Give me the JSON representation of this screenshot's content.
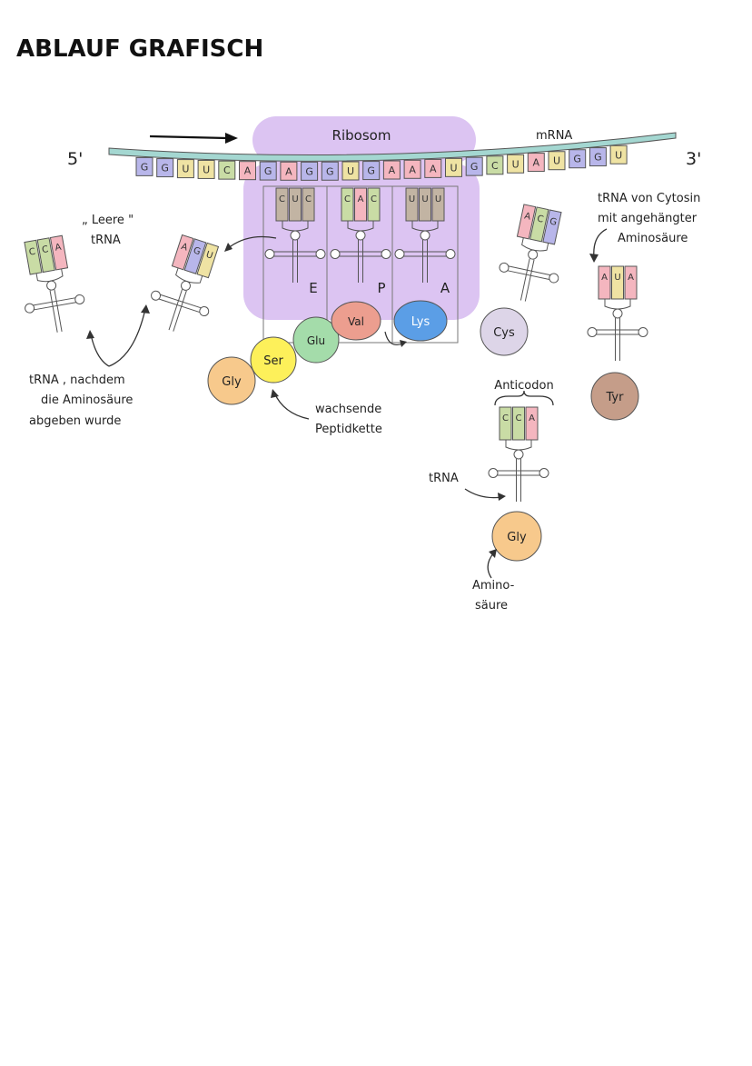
{
  "title": "ABLAUF GRAFISCH",
  "mrna": {
    "label": "mRNA",
    "end5": "5'",
    "end3": "3'",
    "bases": [
      "G",
      "G",
      "U",
      "U",
      "C",
      "A",
      "G",
      "A",
      "G",
      "G",
      "U",
      "G",
      "A",
      "A",
      "A",
      "U",
      "G",
      "C",
      "U",
      "A",
      "U",
      "G",
      "G",
      "U"
    ]
  },
  "ribosome": {
    "label": "Ribosom",
    "sites": [
      "E",
      "P",
      "A"
    ],
    "site_trnas": [
      {
        "site": "E",
        "anticodon": [
          "C",
          "U",
          "C"
        ]
      },
      {
        "site": "P",
        "anticodon": [
          "C",
          "A",
          "C"
        ]
      },
      {
        "site": "A",
        "anticodon": [
          "U",
          "U",
          "U"
        ]
      }
    ]
  },
  "amino_acids": {
    "chain": [
      "Gly",
      "Ser",
      "Glu",
      "Val",
      "Lys"
    ],
    "cys": "Cys",
    "tyr": "Tyr",
    "legend_gly": "Gly"
  },
  "free_trnas": [
    {
      "anticodon": [
        "C",
        "C",
        "A"
      ]
    },
    {
      "anticodon": [
        "A",
        "G",
        "U"
      ]
    },
    {
      "anticodon": [
        "A",
        "C",
        "G"
      ]
    },
    {
      "anticodon": [
        "A",
        "U",
        "A"
      ]
    }
  ],
  "legend_trna": {
    "anticodon": [
      "C",
      "C",
      "A"
    ]
  },
  "annotations": {
    "empty_trna_line1": "„ Leere \"",
    "empty_trna_line2": "tRNA",
    "after_release_line1": "tRNA , nachdem",
    "after_release_line2": "die Aminosäure",
    "after_release_line3": "abgeben wurde",
    "growing_line1": "wachsende",
    "growing_line2": "Peptidkette",
    "cytosin_line1": "tRNA von Cytosin",
    "cytosin_line2": "mit angehängter",
    "cytosin_line3": "Aminosäure",
    "anticodon": "Anticodon",
    "trna": "tRNA",
    "amino_line1": "Amino-",
    "amino_line2": "säure"
  },
  "colors": {
    "G": "#b8b6ea",
    "U": "#efe3a3",
    "C": "#c9dca5",
    "A": "#f4b6bf",
    "dark": "#c2b4a3",
    "ribosome": "#dcc4f2",
    "mrna_backbone": "#a4d7d1",
    "gly": "#f7c98c",
    "ser": "#fdf05a",
    "glu": "#a4dcaa",
    "val": "#ec9e8f",
    "lys": "#5b9ee6",
    "cys": "#ddd5e8",
    "tyr": "#c59d89",
    "stroke": "#555555"
  }
}
